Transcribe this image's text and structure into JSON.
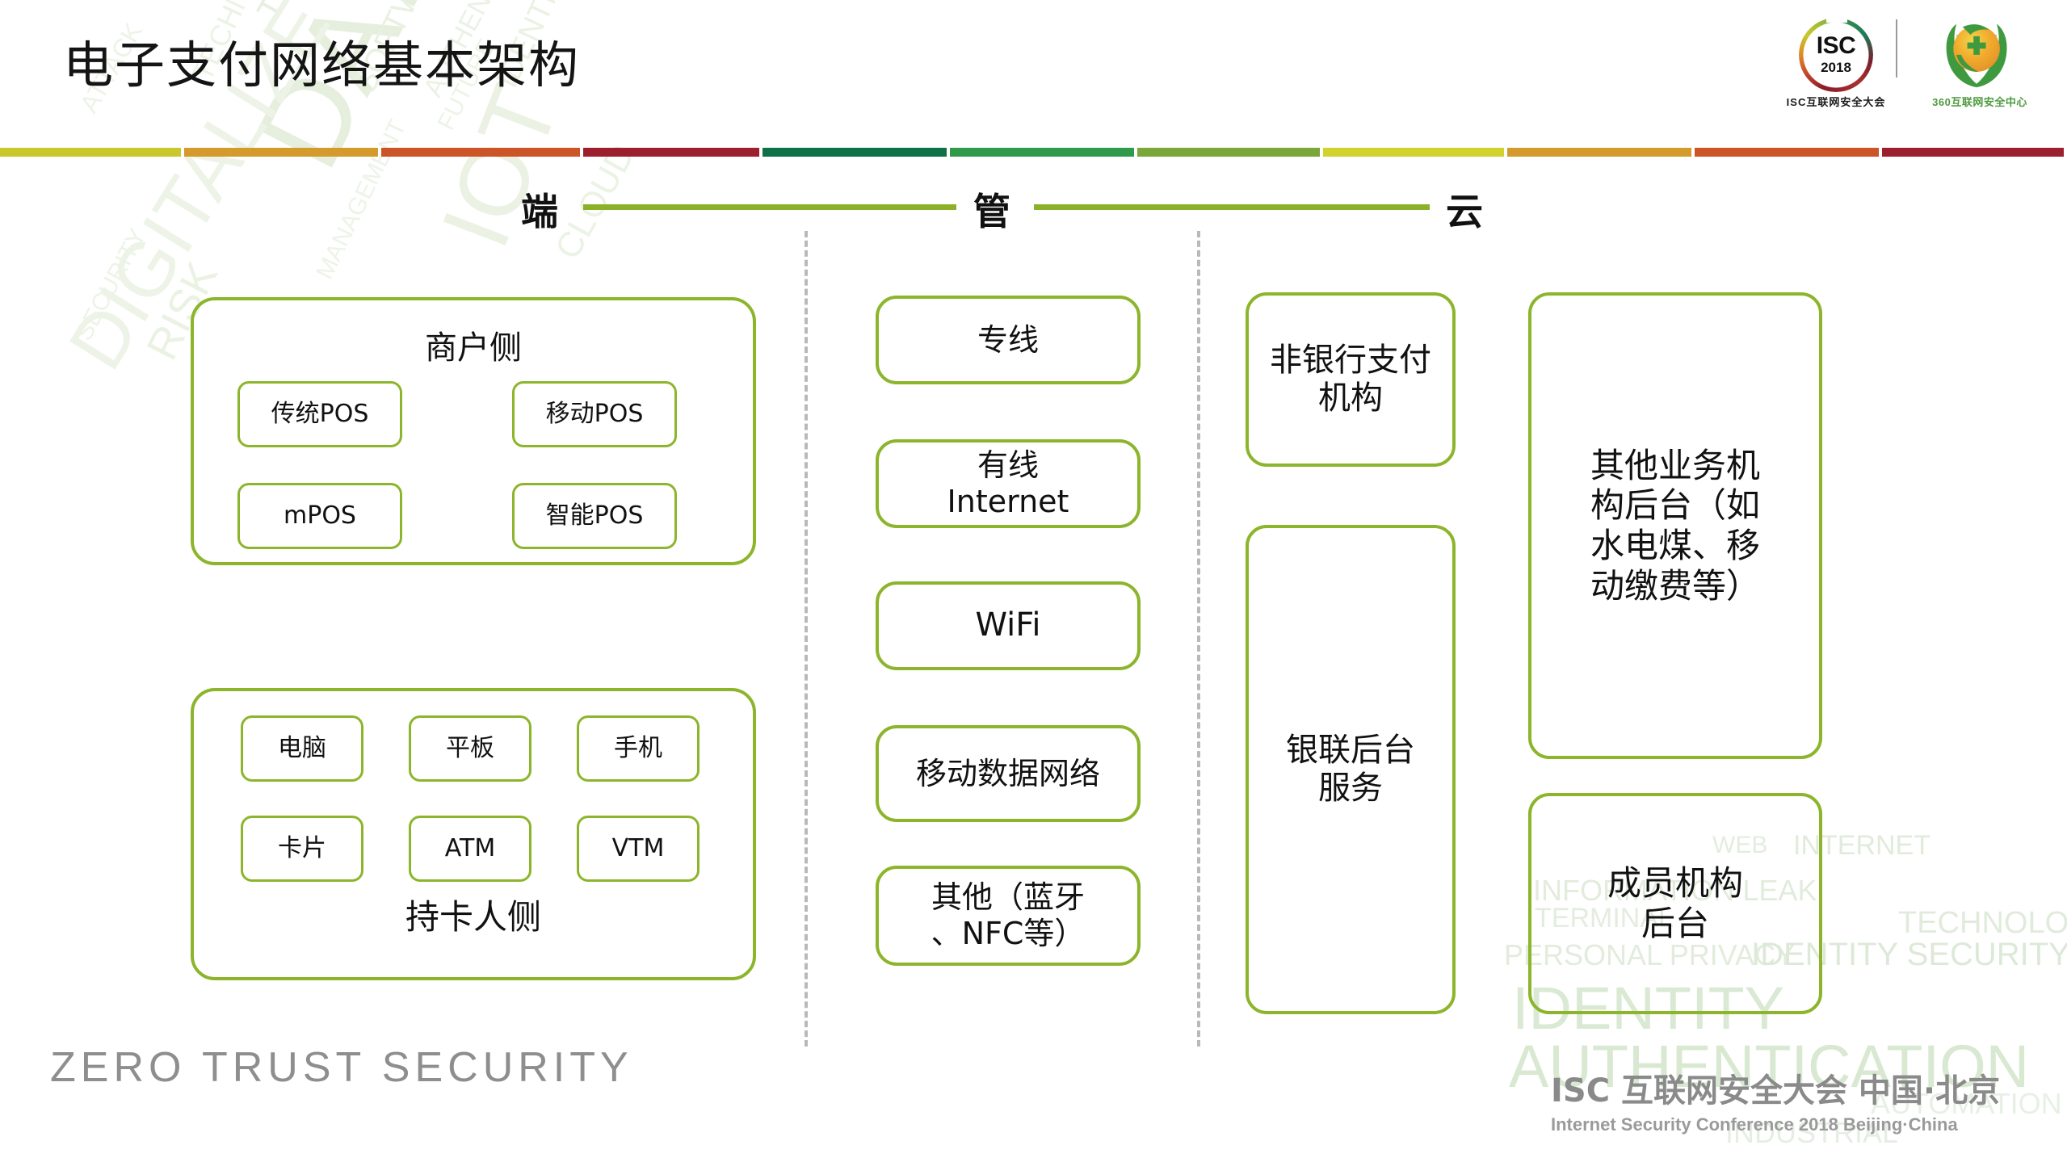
{
  "header": {
    "title": "电子支付网络基本架构",
    "isc_logo": {
      "mark": "ISC",
      "year": "2018",
      "caption": "ISC互联网安全大会"
    },
    "partner_logo": {
      "caption": "360互联网安全中心"
    }
  },
  "divider_colors": [
    "#c8c82c",
    "#d49b2c",
    "#cb5526",
    "#9c1f2e",
    "#0e7046",
    "#2f9b4a",
    "#7aa63a",
    "#d2d22f",
    "#d49b2c",
    "#cb5526",
    "#9c1f2e"
  ],
  "accent_color": "#8cb52c",
  "sections": [
    {
      "label": "端"
    },
    {
      "label": "管"
    },
    {
      "label": "云"
    }
  ],
  "device_column": {
    "merchant": {
      "label": "商户侧",
      "items": [
        "传统POS",
        "移动POS",
        "mPOS",
        "智能POS"
      ]
    },
    "cardholder": {
      "label": "持卡人侧",
      "items": [
        "电脑",
        "平板",
        "手机",
        "卡片",
        "ATM",
        "VTM"
      ]
    }
  },
  "network_column": {
    "items": [
      "专线",
      "有线\nInternet",
      "WiFi",
      "移动数据网络",
      "其他（蓝牙\n、NFC等）"
    ]
  },
  "cloud_column": {
    "left_items": [
      "非银行支付\n机构",
      "银联后台\n服务"
    ],
    "right_items": [
      "其他业务机\n构后台（如\n水电煤、移\n动缴费等）",
      "成员机构\n后台"
    ]
  },
  "footer": {
    "tagline": "ZERO TRUST SECURITY",
    "brand_cn": "ISC 互联网安全大会  中国·北京",
    "brand_en": "Internet Security Conference 2018   Beijing·China"
  },
  "watermark": {
    "top_left": [
      "DATA",
      "IOT",
      "THEORY",
      "DIGITALIZE",
      "RISK",
      "SOFTWARE",
      "AUTHENTICATION",
      "TECHNOLOGY",
      "ATTACK",
      "IDENTITY",
      "CLOUD",
      "MANAGEMENT",
      "FUTURE",
      "SECURITY"
    ],
    "bottom_right": [
      "WEB",
      "INTERNET",
      "INFORMATION LEAK",
      "TERMINAL",
      "TECHNOLOGY",
      "PERSONAL PRIVACY",
      "IDENTITY SECURITY",
      "IDENTITY",
      "AUTHENTICATION",
      "INDUSTRIAL",
      "AUTOMATION"
    ]
  }
}
